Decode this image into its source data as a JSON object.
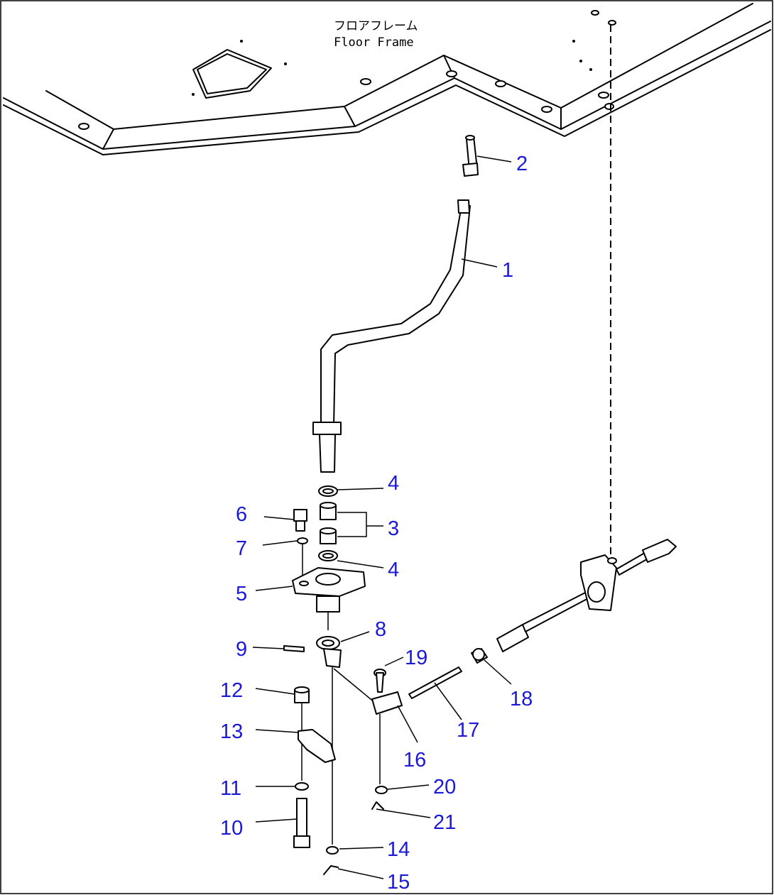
{
  "frame_label": {
    "japanese": "フロアフレーム",
    "english": "Floor Frame"
  },
  "callouts": [
    "1",
    "2",
    "3",
    "4",
    "4",
    "5",
    "6",
    "7",
    "8",
    "9",
    "10",
    "11",
    "12",
    "13",
    "14",
    "15",
    "16",
    "17",
    "18",
    "19",
    "20",
    "21"
  ],
  "colors": {
    "callout": "#1a1ad6",
    "line": "#000000",
    "background": "#ffffff"
  }
}
